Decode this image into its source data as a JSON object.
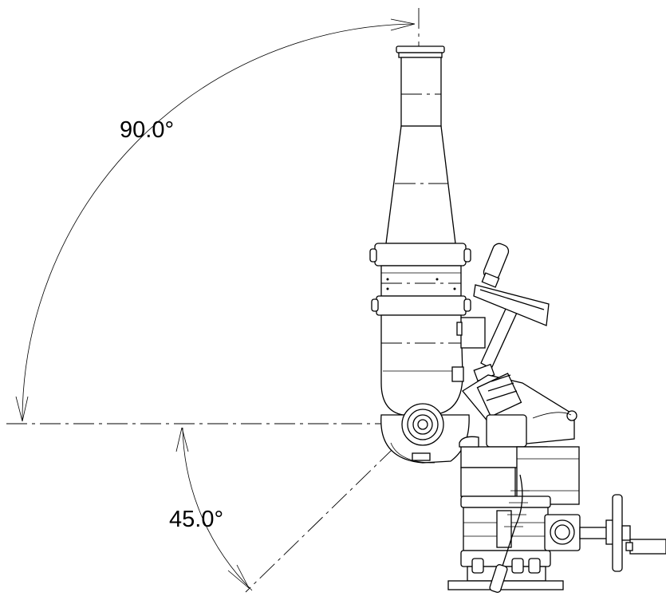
{
  "dimensions": {
    "upper_angle": {
      "label": "90.0°",
      "value_deg": 90.0
    },
    "lower_angle": {
      "label": "45.0°",
      "value_deg": 45.0
    }
  },
  "colors": {
    "line": "#000000",
    "background": "#ffffff"
  }
}
